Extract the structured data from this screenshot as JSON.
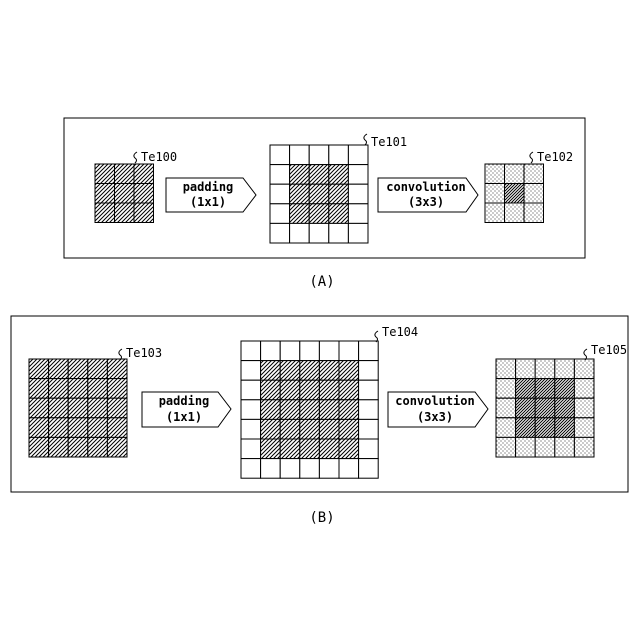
{
  "panels": [
    {
      "label": "(A)",
      "grids": [
        {
          "ref": "Te100",
          "size": 3,
          "cells": [
            "hhh",
            "hhh",
            "hhh"
          ]
        },
        {
          "ref": "Te101",
          "size": 5,
          "cells": [
            "wwwww",
            "whhhw",
            "whhhw",
            "whhhw",
            "wwwww"
          ]
        },
        {
          "ref": "Te102",
          "size": 3,
          "cells": [
            "ddd",
            "dcd",
            "ddd"
          ]
        }
      ],
      "arrows": [
        {
          "line1": "padding",
          "line2": "(1x1)"
        },
        {
          "line1": "convolution",
          "line2": "(3x3)"
        }
      ]
    },
    {
      "label": "(B)",
      "grids": [
        {
          "ref": "Te103",
          "size": 5,
          "cells": [
            "hhhhh",
            "hhhhh",
            "hhhhh",
            "hhhhh",
            "hhhhh"
          ]
        },
        {
          "ref": "Te104",
          "size": 7,
          "cells": [
            "wwwwwww",
            "whhhhhw",
            "whhhhhw",
            "whhhhhw",
            "whhhhhw",
            "whhhhhw",
            "wwwwwww"
          ]
        },
        {
          "ref": "Te105",
          "size": 5,
          "cells": [
            "ddddd",
            "dcccd",
            "dcccd",
            "dcccd",
            "ddddd"
          ]
        }
      ],
      "arrows": [
        {
          "line1": "padding",
          "line2": "(1x1)"
        },
        {
          "line1": "convolution",
          "line2": "(3x3)"
        }
      ]
    }
  ]
}
